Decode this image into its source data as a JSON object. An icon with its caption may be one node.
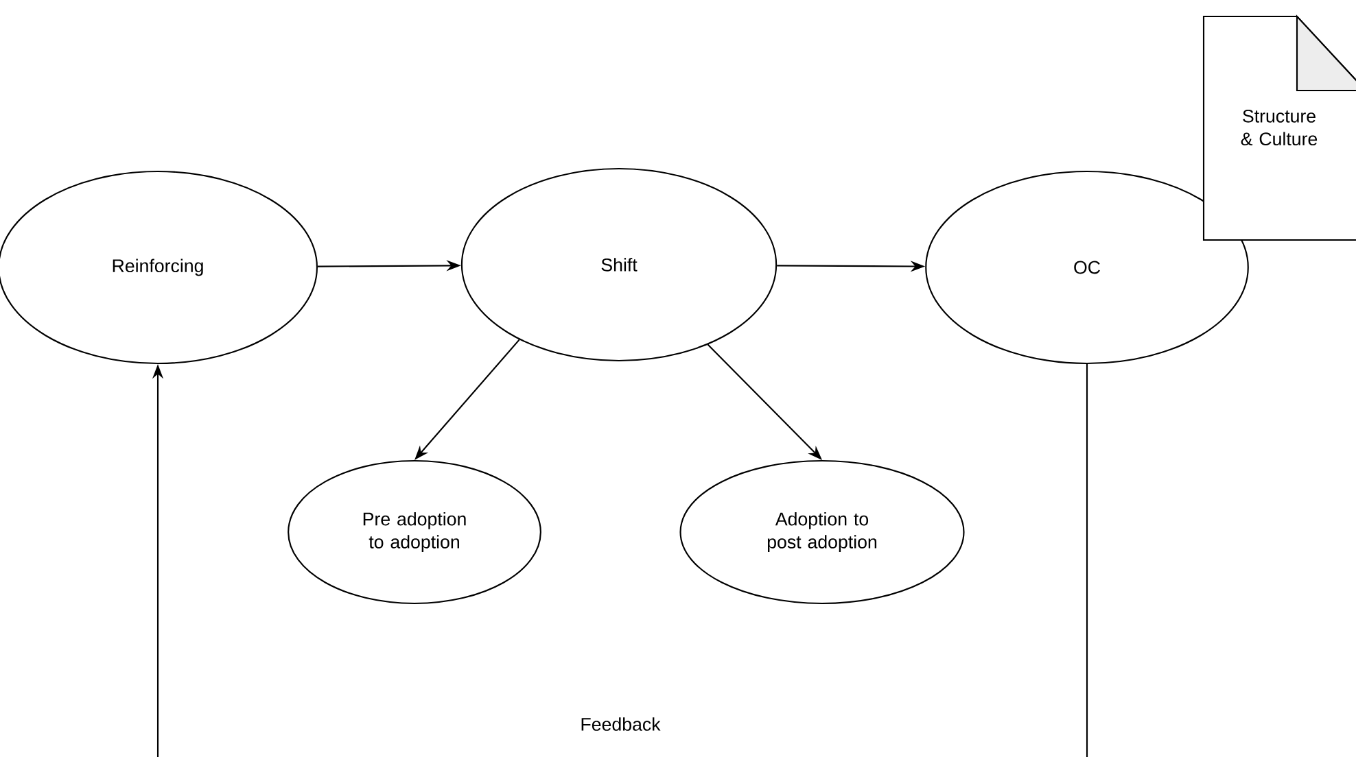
{
  "diagram": {
    "nodes": [
      {
        "text": [
          "Reinforcing"
        ]
      },
      {
        "text": [
          "Shift"
        ]
      },
      {
        "text": [
          "OC"
        ]
      },
      {
        "text": [
          "Structure & Culture"
        ]
      },
      {
        "text": [
          "Pre adoption to adoption"
        ]
      },
      {
        "text": [
          "Adoption to post adoption"
        ]
      }
    ],
    "edges": [
      {
        "from": 0,
        "to": 1,
        "arrow": "to"
      },
      {
        "from": 1,
        "to": 2,
        "arrow": "to"
      },
      {
        "from": 1,
        "to": 4,
        "arrow": "to"
      },
      {
        "from": 1,
        "to": 5,
        "arrow": "to"
      },
      {
        "from": 2,
        "to": 0,
        "arrow": "to",
        "label": "Feedback"
      }
    ]
  }
}
